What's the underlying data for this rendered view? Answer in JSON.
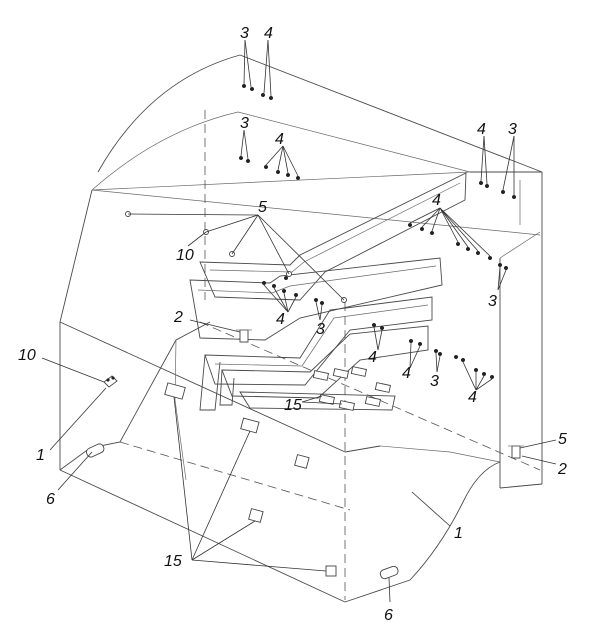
{
  "callouts": {
    "c1_left": "1",
    "c1_bottom": "1",
    "c2_left": "2",
    "c2_right": "2",
    "c3_top": "3",
    "c3_upper": "3",
    "c3_right_top": "3",
    "c3_right_mid": "3",
    "c3_center": "3",
    "c3_lower": "3",
    "c4_top": "4",
    "c4_upper": "4",
    "c4_right_top": "4",
    "c4_right_cluster": "4",
    "c4_center": "4",
    "c4_mid_a": "4",
    "c4_mid_b": "4",
    "c4_lower_right": "4",
    "c5_upper": "5",
    "c5_right": "5",
    "c6_left": "6",
    "c6_bottom": "6",
    "c10_left": "10",
    "c10_upper": "10",
    "c15_center": "15",
    "c15_bottom": "15"
  }
}
